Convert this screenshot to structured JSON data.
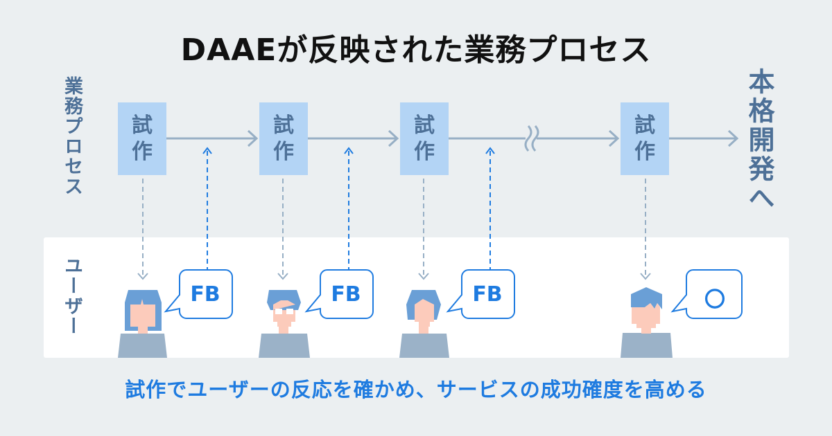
{
  "title": "DAAEが反映された業務プロセス",
  "labels": {
    "process_lane": "業務プロセス",
    "user_lane": "ユーザー",
    "destination": "本格開発へ"
  },
  "prototypes": [
    {
      "line1": "試",
      "line2": "作"
    },
    {
      "line1": "試",
      "line2": "作"
    },
    {
      "line1": "試",
      "line2": "作"
    },
    {
      "line1": "試",
      "line2": "作"
    }
  ],
  "feedback": [
    {
      "text": "FB",
      "user": "woman-long-hair"
    },
    {
      "text": "FB",
      "user": "man-glasses"
    },
    {
      "text": "FB",
      "user": "man-side-part"
    },
    {
      "text": "〇",
      "user": "man-spiky-hair"
    }
  ],
  "caption": "試作でユーザーの反応を確かめ、サービスの成功確度を高める",
  "colors": {
    "background": "#ebeff1",
    "prototype_box": "#b3d4f5",
    "label_text": "#4d7097",
    "accent_blue": "#1e7be0",
    "flow_arrow": "#97afc5",
    "hair": "#6a9fd6",
    "skin": "#fccbbb",
    "body": "#9bb2c8"
  }
}
